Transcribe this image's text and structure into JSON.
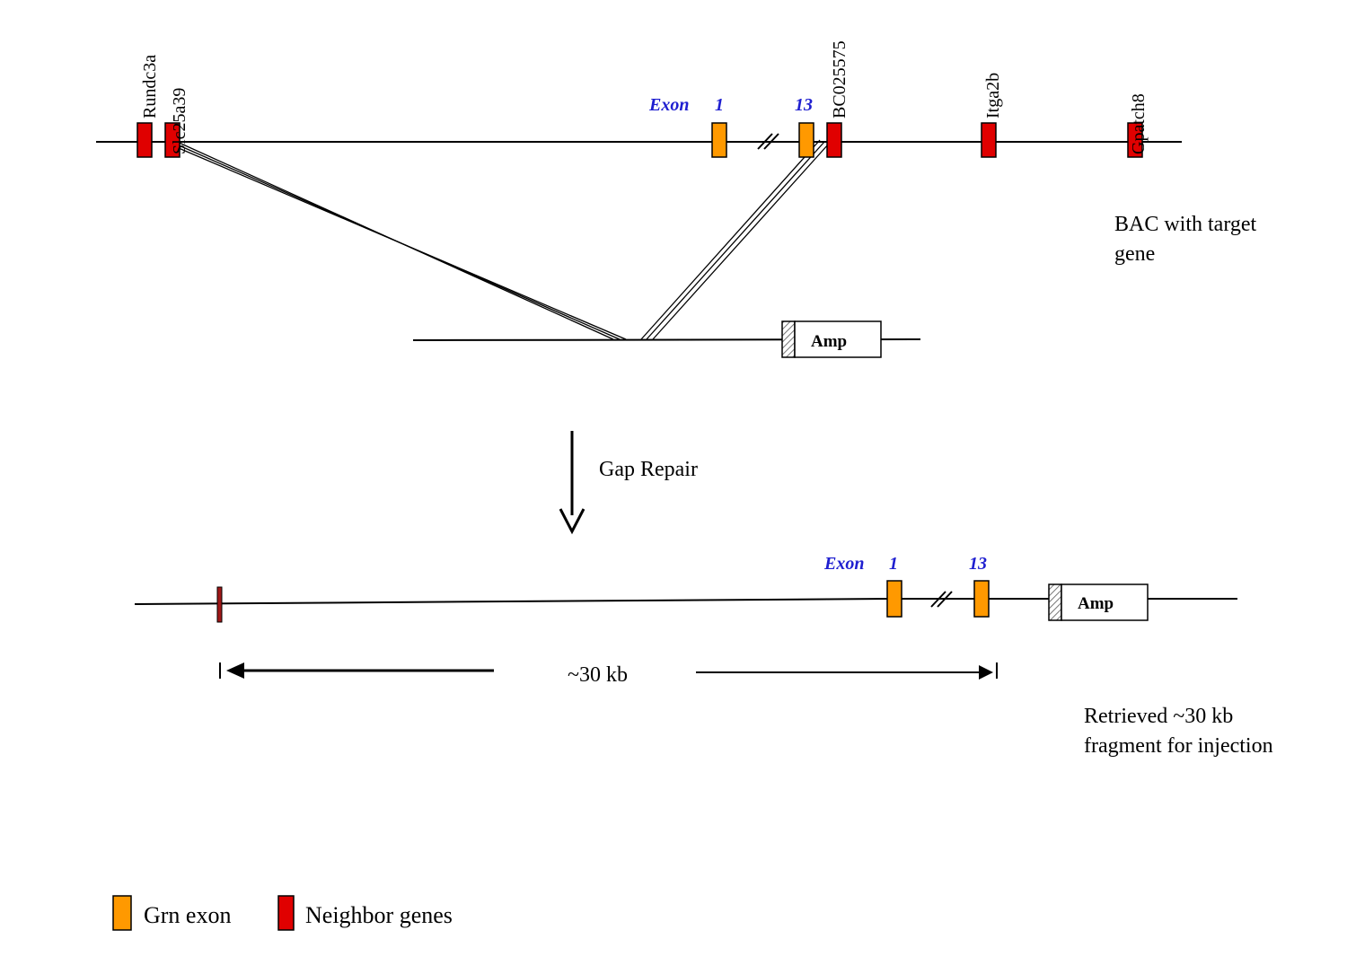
{
  "colors": {
    "grn_exon": "#ff9900",
    "neighbor_gene": "#e00000",
    "exon_label": "#1f1fd0",
    "small_marker": "#a01818"
  },
  "bac": {
    "neighbor_genes": [
      "Rundc3a",
      "Slc25a39",
      "BC025575",
      "Itga2b",
      "Gpatch8"
    ],
    "exon_word": "Exon",
    "exon_first": "1",
    "exon_last": "13",
    "caption_line1": "BAC with target",
    "caption_line2": "gene"
  },
  "vector": {
    "amp_label": "Amp"
  },
  "step_label": "Gap Repair",
  "retrieved": {
    "exon_word": "Exon",
    "exon_first": "1",
    "exon_last": "13",
    "amp_label": "Amp",
    "size_label": "~30 kb",
    "caption_line1": "Retrieved ~30 kb",
    "caption_line2": "fragment for injection"
  },
  "legend": [
    {
      "label": "Grn exon",
      "color": "#ff9900"
    },
    {
      "label": "Neighbor genes",
      "color": "#e00000"
    }
  ]
}
